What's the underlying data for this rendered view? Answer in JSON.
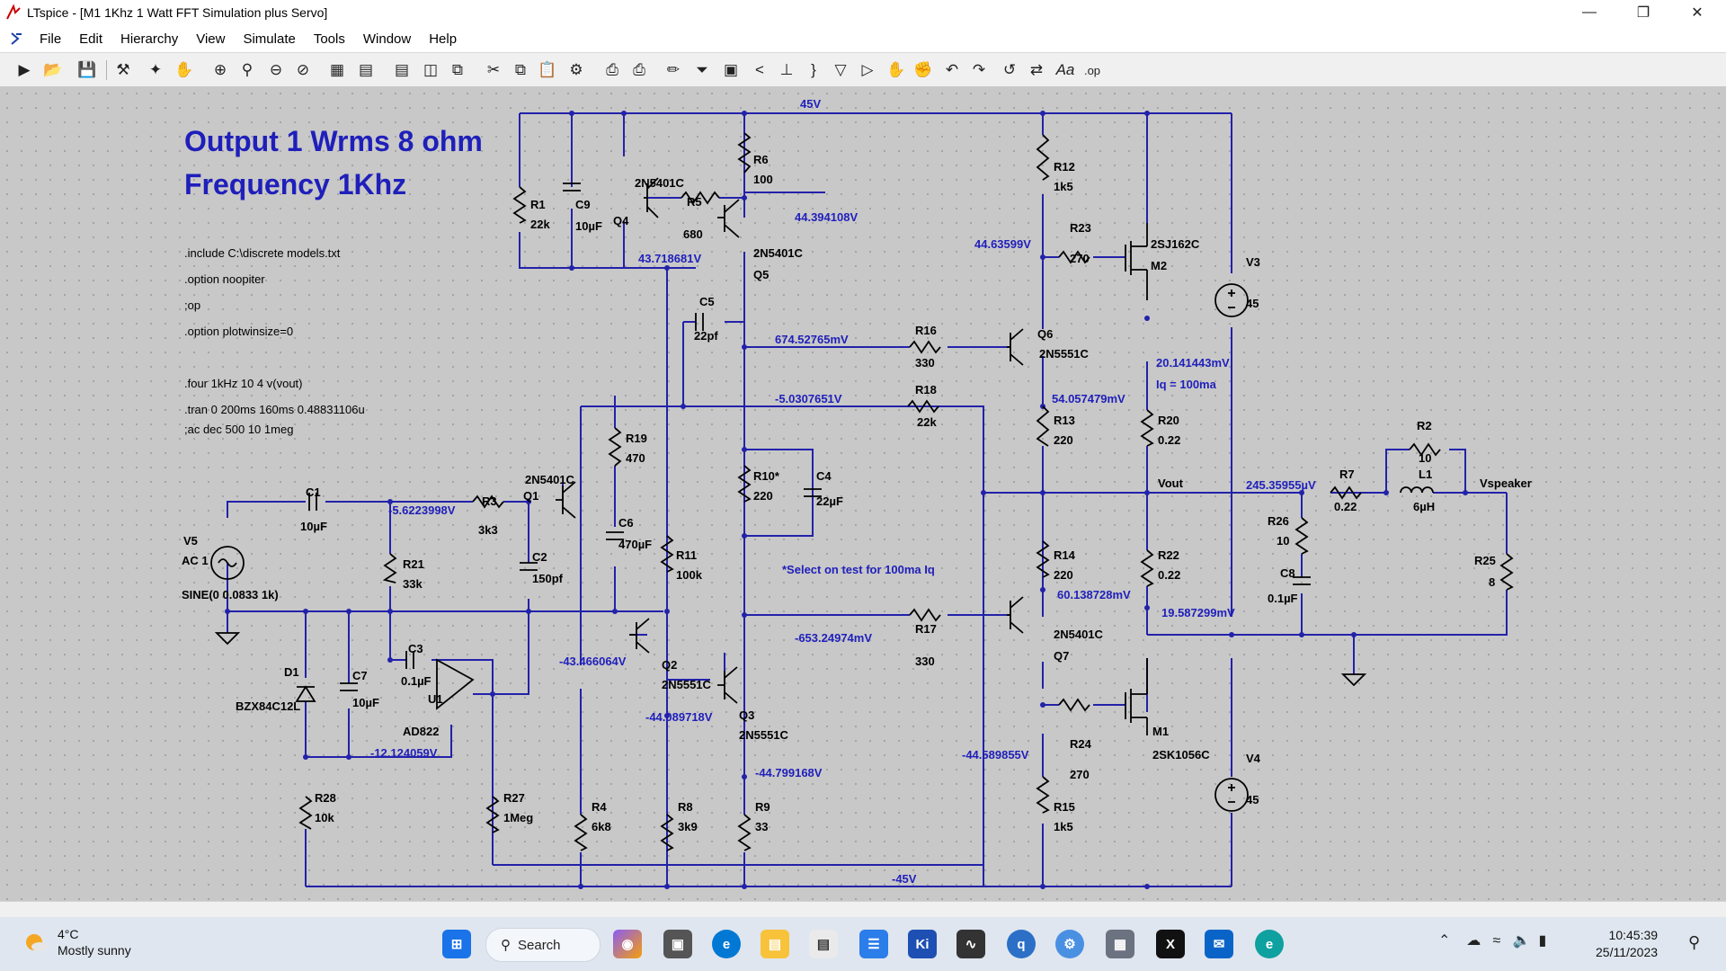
{
  "window": {
    "title": "LTspice - [M1 1Khz 1 Watt FFT Simulation plus Servo]"
  },
  "menu": [
    "File",
    "Edit",
    "Hierarchy",
    "View",
    "Simulate",
    "Tools",
    "Window",
    "Help"
  ],
  "toolbar_icons": [
    "run-icon",
    "open-icon",
    "save-icon",
    "control-panel-icon",
    "halt-icon",
    "pan-hand-icon",
    "zoom-in-icon",
    "zoom-area-icon",
    "zoom-out-icon",
    "zoom-cancel-icon",
    "autorange-icon",
    "plot-settings-icon",
    "tile-horizontal-icon",
    "tile-vertical-icon",
    "cascade-icon",
    "cut-icon",
    "copy-icon",
    "paste-icon",
    "find-icon",
    "print-icon",
    "print-preview-icon",
    "draw-wire-icon",
    "ground-icon",
    "label-net-icon",
    "resistor-icon",
    "capacitor-icon",
    "inductor-icon",
    "diode-icon",
    "component-icon",
    "move-icon",
    "drag-icon",
    "undo-icon",
    "redo-icon",
    "rotate-icon",
    "mirror-icon",
    "text-icon",
    "spice-directive-icon"
  ],
  "schematic": {
    "heading1": "Output 1 Wrms 8 ohm",
    "heading2": "Frequency 1Khz",
    "directives": [
      ".include C:\\discrete models.txt",
      ".option noopiter",
      ";op",
      ".option plotwinsize=0",
      ".four 1kHz 10 4 v(vout)",
      ".tran 0 200ms 160ms 0.48831106u",
      ";ac dec 500 10 1meg"
    ],
    "components": [
      {
        "name": "R1",
        "value": "22k"
      },
      {
        "name": "C9",
        "value": "10µF"
      },
      {
        "name": "Q4",
        "value": "2N5401C"
      },
      {
        "name": "R5",
        "value": "680"
      },
      {
        "name": "R6",
        "value": "100"
      },
      {
        "name": "Q5",
        "value": "2N5401C"
      },
      {
        "name": "C5",
        "value": "22pf"
      },
      {
        "name": "R12",
        "value": "1k5"
      },
      {
        "name": "R23",
        "value": "270"
      },
      {
        "name": "M2",
        "value": "2SJ162C"
      },
      {
        "name": "V3",
        "value": "45"
      },
      {
        "name": "R16",
        "value": "330"
      },
      {
        "name": "Q6",
        "value": "2N5551C"
      },
      {
        "name": "R18",
        "value": "22k"
      },
      {
        "name": "R13",
        "value": "220"
      },
      {
        "name": "R20",
        "value": "0.22"
      },
      {
        "name": "R2",
        "value": "10"
      },
      {
        "name": "R19",
        "value": "470"
      },
      {
        "name": "R10*",
        "value": "220"
      },
      {
        "name": "C4",
        "value": "22µF"
      },
      {
        "name": "C1",
        "value": "10µF"
      },
      {
        "name": "R3",
        "value": "3k3"
      },
      {
        "name": "Q1",
        "value": "2N5401C"
      },
      {
        "name": "R7",
        "value": "0.22"
      },
      {
        "name": "L1",
        "value": "6µH"
      },
      {
        "name": "R26",
        "value": "10"
      },
      {
        "name": "V5",
        "value": "AC 1"
      },
      {
        "name": "R21",
        "value": "33k"
      },
      {
        "name": "C2",
        "value": "150pf"
      },
      {
        "name": "C6",
        "value": "470µF"
      },
      {
        "name": "R11",
        "value": "100k"
      },
      {
        "name": "R14",
        "value": "220"
      },
      {
        "name": "R22",
        "value": "0.22"
      },
      {
        "name": "C8",
        "value": "0.1µF"
      },
      {
        "name": "R25",
        "value": "8"
      },
      {
        "name": "C3",
        "value": "0.1µF"
      },
      {
        "name": "U1",
        "value": "AD822"
      },
      {
        "name": "Q2",
        "value": "2N5551C"
      },
      {
        "name": "R17",
        "value": "330"
      },
      {
        "name": "Q7",
        "value": "2N5401C"
      },
      {
        "name": "D1",
        "value": "BZX84C12L"
      },
      {
        "name": "C7",
        "value": "10µF"
      },
      {
        "name": "Q3",
        "value": "2N5551C"
      },
      {
        "name": "R24",
        "value": "270"
      },
      {
        "name": "M1",
        "value": "2SK1056C"
      },
      {
        "name": "V4",
        "value": "45"
      },
      {
        "name": "R28",
        "value": "10k"
      },
      {
        "name": "R27",
        "value": "1Meg"
      },
      {
        "name": "R4",
        "value": "6k8"
      },
      {
        "name": "R8",
        "value": "3k9"
      },
      {
        "name": "R9",
        "value": "33"
      },
      {
        "name": "R15",
        "value": "1k5"
      }
    ],
    "v5_source": "SINE(0 0.0833 1k)",
    "voltages": [
      "44.394108V",
      "43.718681V",
      "44.63599V",
      "674.52765mV",
      "20.141443mV",
      "-5.0307651V",
      "54.057479mV",
      "-5.6223998V",
      "245.35955µV",
      "60.138728mV",
      "19.587299mV",
      "-43.466064V",
      "-653.24974mV",
      "-44.089718V",
      "-12.124059V",
      "-44.589855V",
      "-44.799168V"
    ],
    "nets": {
      "vpos": "45V",
      "vneg": "-45V",
      "vout": "Vout",
      "vspeaker": "Vspeaker",
      "iq": "Iq = 100ma"
    },
    "note": "*Select on test for 100ma Iq"
  },
  "taskbar": {
    "weather_temp": "4°C",
    "weather_desc": "Mostly sunny",
    "search": "Search",
    "time": "10:45:39",
    "date": "25/11/2023",
    "app_icons": [
      "start-icon",
      "copilot-icon",
      "task-view-icon",
      "edge-alt-icon",
      "file-explorer-icon",
      "notepad-icon",
      "notes-icon",
      "kicad-icon",
      "ltspice-icon",
      "qbittorrent-icon",
      "settings-icon",
      "calculator-icon",
      "xilinx-icon",
      "mail-icon",
      "edge-icon"
    ]
  },
  "colors": {
    "wire": "#2222aa",
    "label": "#1f1fbb",
    "canvas": "#c8c8c8"
  }
}
